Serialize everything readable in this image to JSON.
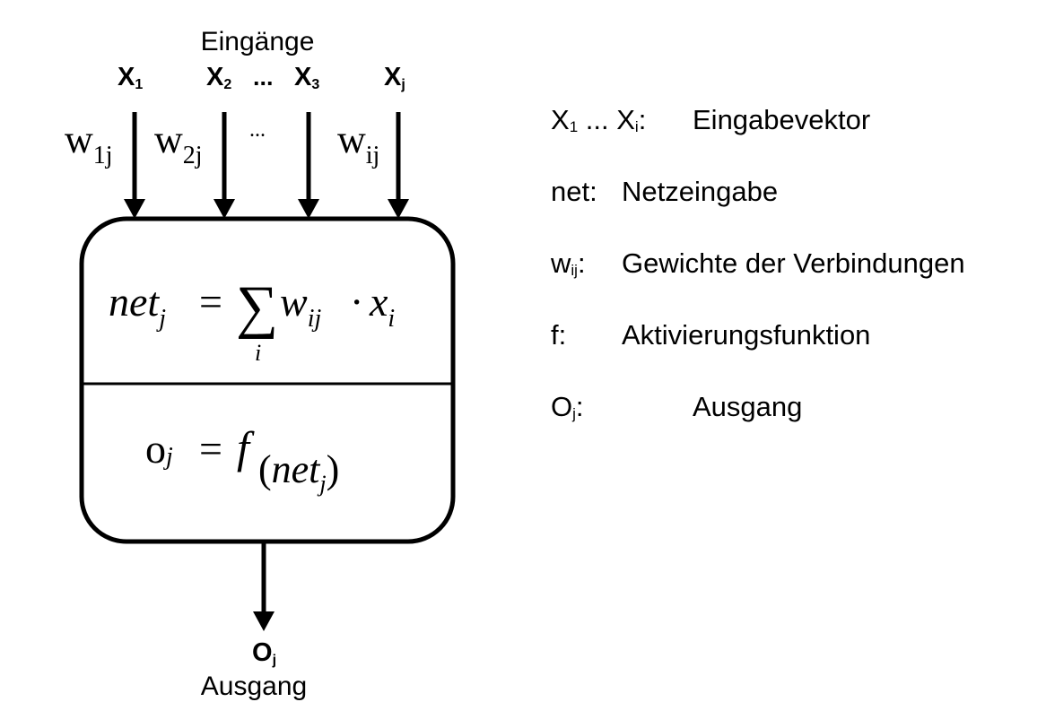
{
  "diagram": {
    "inputs_label": "Eingänge",
    "inputs": [
      {
        "base": "X",
        "sub": "1"
      },
      {
        "base": "X",
        "sub": "2"
      },
      {
        "base": "X",
        "sub": "3"
      },
      {
        "base": "X",
        "sub": "j"
      }
    ],
    "inputs_ellipsis": "...",
    "weights": [
      {
        "base": "w",
        "sub": "1j"
      },
      {
        "base": "w",
        "sub": "2j"
      },
      {
        "base": "w",
        "sub": "ij"
      }
    ],
    "weights_ellipsis": "...",
    "formula_net": {
      "lhs_base": "net",
      "lhs_sub": "j",
      "equals": "=",
      "sum_symbol": "∑",
      "sum_index": "i",
      "w_base": "w",
      "w_sub": "ij",
      "dot": "·",
      "x_base": "x",
      "x_sub": "i"
    },
    "formula_out": {
      "lhs_base": "o",
      "lhs_sub": "j",
      "equals": "=",
      "f": "f",
      "arg_open": "(",
      "arg_base": "net",
      "arg_sub": "j",
      "arg_close": ")"
    },
    "output": {
      "base": "O",
      "sub": "j"
    },
    "output_label": "Ausgang"
  },
  "legend": [
    {
      "sym_base": "X",
      "sym_sub": "1",
      "sym_mid": " ... ",
      "sym_base2": "X",
      "sym_sub2": "i",
      "sym_suffix": ":",
      "desc": "Eingabevektor"
    },
    {
      "sym_base": "net",
      "sym_suffix": ":",
      "desc": "Netzeingabe"
    },
    {
      "sym_base": "w",
      "sym_sub": "ij",
      "sym_suffix": ":",
      "desc": "Gewichte der Verbindungen"
    },
    {
      "sym_base": "f",
      "sym_suffix": ":",
      "desc": "Aktivierungsfunktion"
    },
    {
      "sym_base": "O",
      "sym_sub": "j",
      "sym_suffix": ":",
      "desc": "Ausgang"
    }
  ]
}
